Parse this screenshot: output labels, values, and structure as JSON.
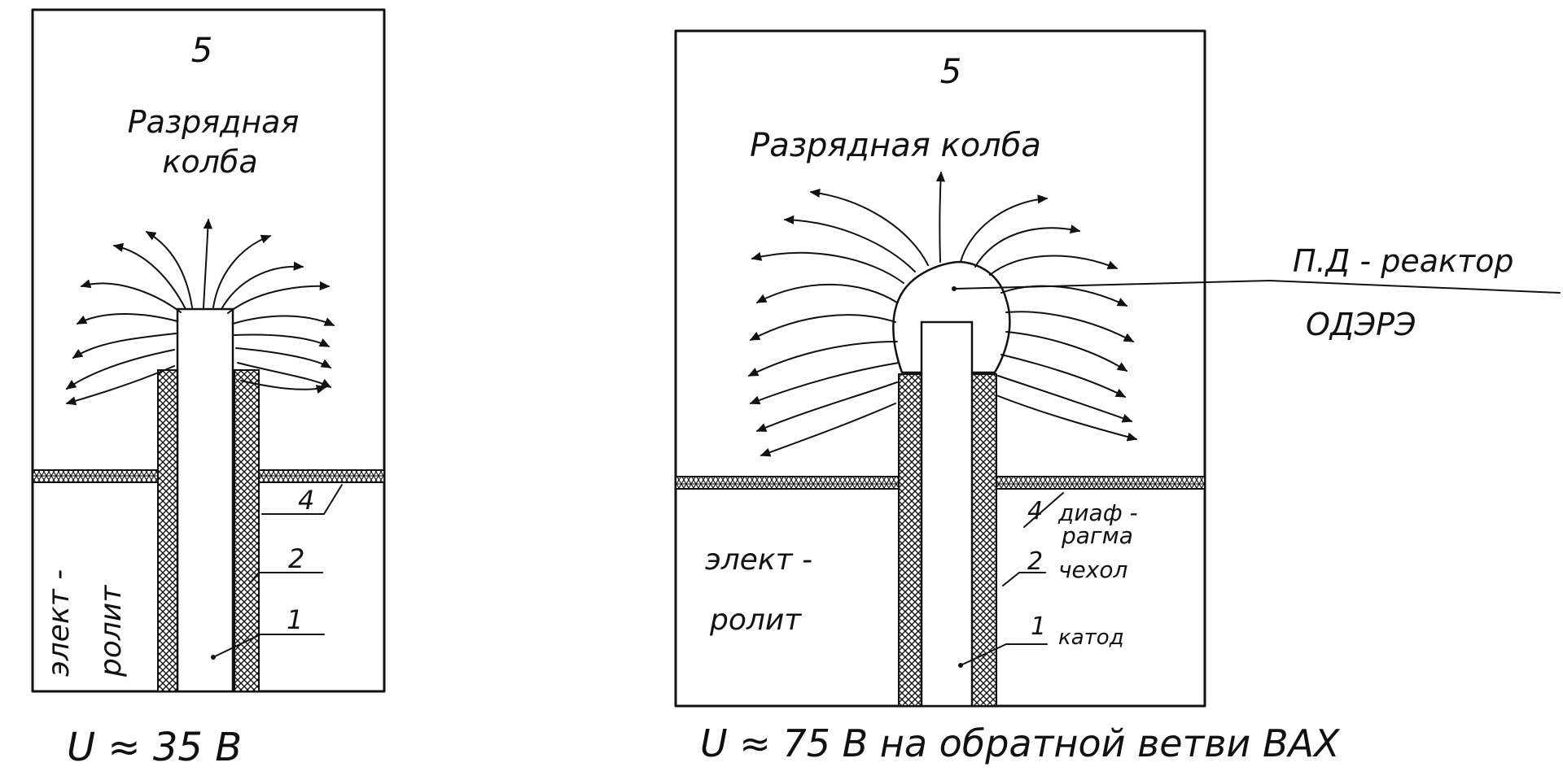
{
  "left_panel": {
    "number": "5",
    "flask_line1": "Разрядная",
    "flask_line2": "колба",
    "electrolyte_line1": "элект -",
    "electrolyte_line2": "ролит",
    "label_4": "4",
    "label_2": "2",
    "label_1": "1",
    "voltage": "U ≈ 35 В"
  },
  "right_panel": {
    "number": "5",
    "flask": "Разрядная  колба",
    "reactor_line1": "П.Д - реактор",
    "reactor_line2": "ОДЭРЭ",
    "electrolyte_line1": "элект -",
    "electrolyte_line2": "ролит",
    "label_4": "4",
    "label_4_text1": "диаф -",
    "label_4_text2": "рагма",
    "label_2": "2",
    "label_2_text": "чехол",
    "label_1": "1",
    "label_1_text": "катод",
    "voltage": "U ≈ 75 В  на  обратной  ветви  ВАХ"
  },
  "colors": {
    "ink": "#111111",
    "paper": "#ffffff"
  }
}
